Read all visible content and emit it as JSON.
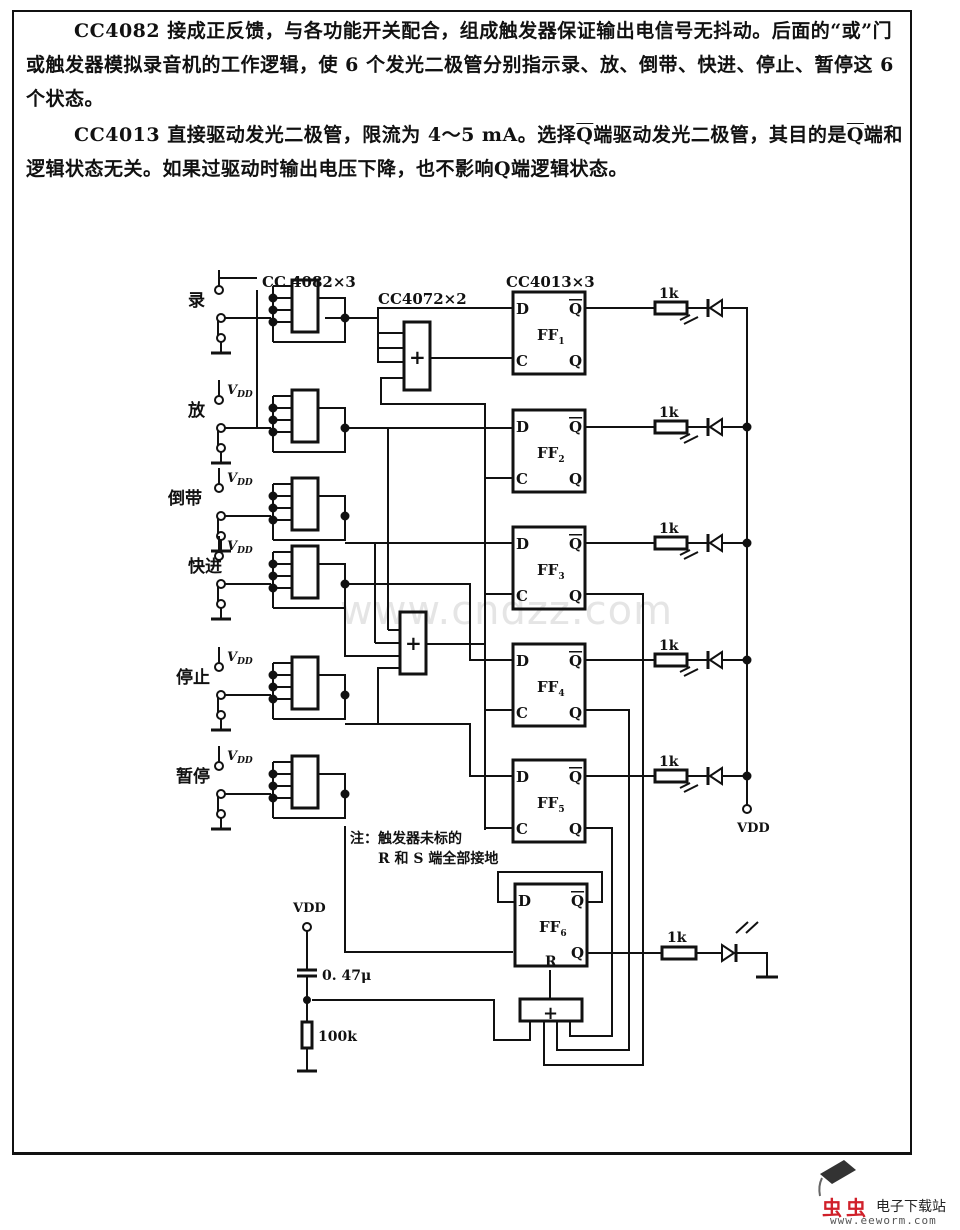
{
  "text": {
    "paragraph1": "CC4082 接成正反馈，与各功能开关配合，组成触发器保证输出电信号无抖动。后面的“或”门或触发器模拟录音机的工作逻辑，使 6 个发光二极管分别指示录、放、倒带、快进、停止、暂停这 6 个状态。",
    "paragraph2_a": "CC4013 直接驱动发光二极管，限流为 4～5 mA。选择",
    "paragraph2_q1": "Q",
    "paragraph2_b": "端驱动发光二极管，其目的是",
    "paragraph2_q2": "Q",
    "paragraph2_c": "端和逻辑状态无关。如果过驱动时输出电压下降，也不影响Q端逻辑状态。"
  },
  "schematic": {
    "ic_labels": {
      "and_gates": "CC 4082×3",
      "or_gates": "CC4072×2",
      "flipflops": "CC4013×3"
    },
    "switches": [
      {
        "label": "录",
        "vdd": ""
      },
      {
        "label": "放",
        "vdd": "VDD"
      },
      {
        "label": "倒带",
        "vdd": "VDD"
      },
      {
        "label": "快进",
        "vdd": "VDD"
      },
      {
        "label": "停止",
        "vdd": "VDD"
      },
      {
        "label": "暂停",
        "vdd": "VDD"
      }
    ],
    "flipflops": [
      {
        "name": "FF",
        "sub": "1"
      },
      {
        "name": "FF",
        "sub": "2"
      },
      {
        "name": "FF",
        "sub": "3"
      },
      {
        "name": "FF",
        "sub": "4"
      },
      {
        "name": "FF",
        "sub": "5"
      },
      {
        "name": "FF",
        "sub": "6"
      }
    ],
    "pin_labels": {
      "d": "D",
      "c": "C",
      "q": "Q",
      "qbar": "Q",
      "r": "R"
    },
    "or_symbol": "+",
    "resistor_led": "1k",
    "vdd_label": "VDD",
    "vdd_main": "V",
    "vdd_sub": "DD",
    "capacitor": "0. 47μ",
    "resistor_reset": "100k",
    "note_line1": "注：触发器未标的",
    "note_line2": "R 和 S 端全部接地"
  },
  "watermarks": {
    "center": "www.cndzz.com",
    "brand": "虫虫",
    "brand_suffix": "电子下载站",
    "url": "www.eeworm.com"
  }
}
